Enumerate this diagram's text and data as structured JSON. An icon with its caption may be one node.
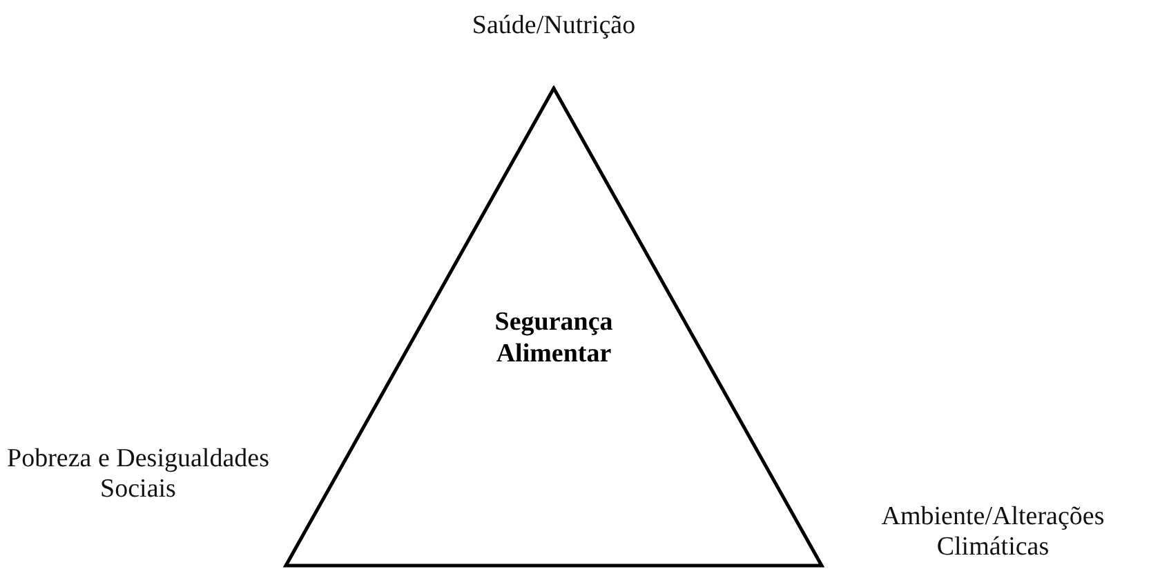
{
  "diagram": {
    "nodes": [
      {
        "text": [
          "Segurança Alimentar"
        ]
      }
    ],
    "labels": [
      "Saúde/Nutrição",
      "Pobreza e Desigualdades Sociais",
      "Ambiente/Alterações Climáticas"
    ]
  }
}
